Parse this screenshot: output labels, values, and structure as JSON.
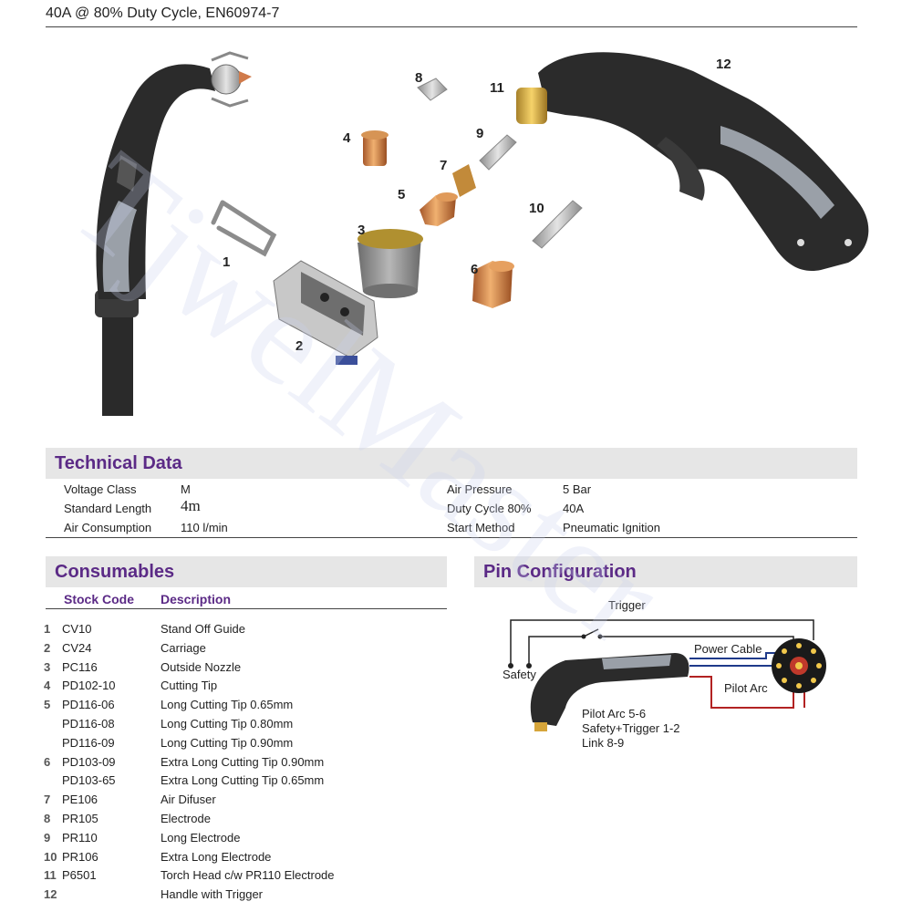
{
  "header": {
    "spec": "40A @ 80% Duty Cycle, EN60974-7"
  },
  "diagram": {
    "callouts": [
      "1",
      "2",
      "3",
      "4",
      "5",
      "6",
      "7",
      "8",
      "9",
      "10",
      "11",
      "12"
    ]
  },
  "technical_data": {
    "title": "Technical Data",
    "left": [
      {
        "label": "Voltage Class",
        "value": "M"
      },
      {
        "label": "Standard Length",
        "value": "4m"
      },
      {
        "label": "Air Consumption",
        "value": "110 l/min"
      }
    ],
    "right": [
      {
        "label": "Air Pressure",
        "value": "5 Bar"
      },
      {
        "label": "Duty Cycle 80%",
        "value": "40A"
      },
      {
        "label": "Start Method",
        "value": "Pneumatic Ignition"
      }
    ]
  },
  "consumables": {
    "title": "Consumables",
    "col_code": "Stock Code",
    "col_desc": "Description",
    "rows": [
      {
        "num": "1",
        "code": "CV10",
        "desc": "Stand Off Guide"
      },
      {
        "num": "2",
        "code": "CV24",
        "desc": "Carriage"
      },
      {
        "num": "3",
        "code": "PC116",
        "desc": "Outside Nozzle"
      },
      {
        "num": "4",
        "code": "PD102-10",
        "desc": "Cutting Tip"
      },
      {
        "num": "5",
        "code": "PD116-06",
        "desc": "Long Cutting Tip 0.65mm"
      },
      {
        "num": "",
        "code": "PD116-08",
        "desc": "Long Cutting Tip 0.80mm"
      },
      {
        "num": "",
        "code": "PD116-09",
        "desc": "Long Cutting Tip 0.90mm"
      },
      {
        "num": "6",
        "code": "PD103-09",
        "desc": "Extra Long Cutting Tip 0.90mm"
      },
      {
        "num": "",
        "code": "PD103-65",
        "desc": "Extra Long Cutting Tip 0.65mm"
      },
      {
        "num": "7",
        "code": "PE106",
        "desc": "Air Difuser"
      },
      {
        "num": "8",
        "code": "PR105",
        "desc": "Electrode"
      },
      {
        "num": "9",
        "code": "PR110",
        "desc": "Long Electrode"
      },
      {
        "num": "10",
        "code": "PR106",
        "desc": "Extra Long Electrode"
      },
      {
        "num": "11",
        "code": "P6501",
        "desc": "Torch Head c/w PR110 Electrode"
      },
      {
        "num": "12",
        "code": "",
        "desc": "Handle with Trigger"
      }
    ]
  },
  "pin_config": {
    "title": "Pin Configuration",
    "trigger": "Trigger",
    "power_cable": "Power Cable",
    "safety": "Safety",
    "pilot_arc": "Pilot Arc",
    "notes": [
      "Pilot Arc 5-6",
      "Safety+Trigger 1-2",
      "Link 8-9"
    ]
  },
  "watermark": "TjwelMaster",
  "colors": {
    "accent": "#5b2a86",
    "bar": "#e6e6e6",
    "pilot_wire": "#b22222",
    "power_wire": "#1f3a8a"
  }
}
